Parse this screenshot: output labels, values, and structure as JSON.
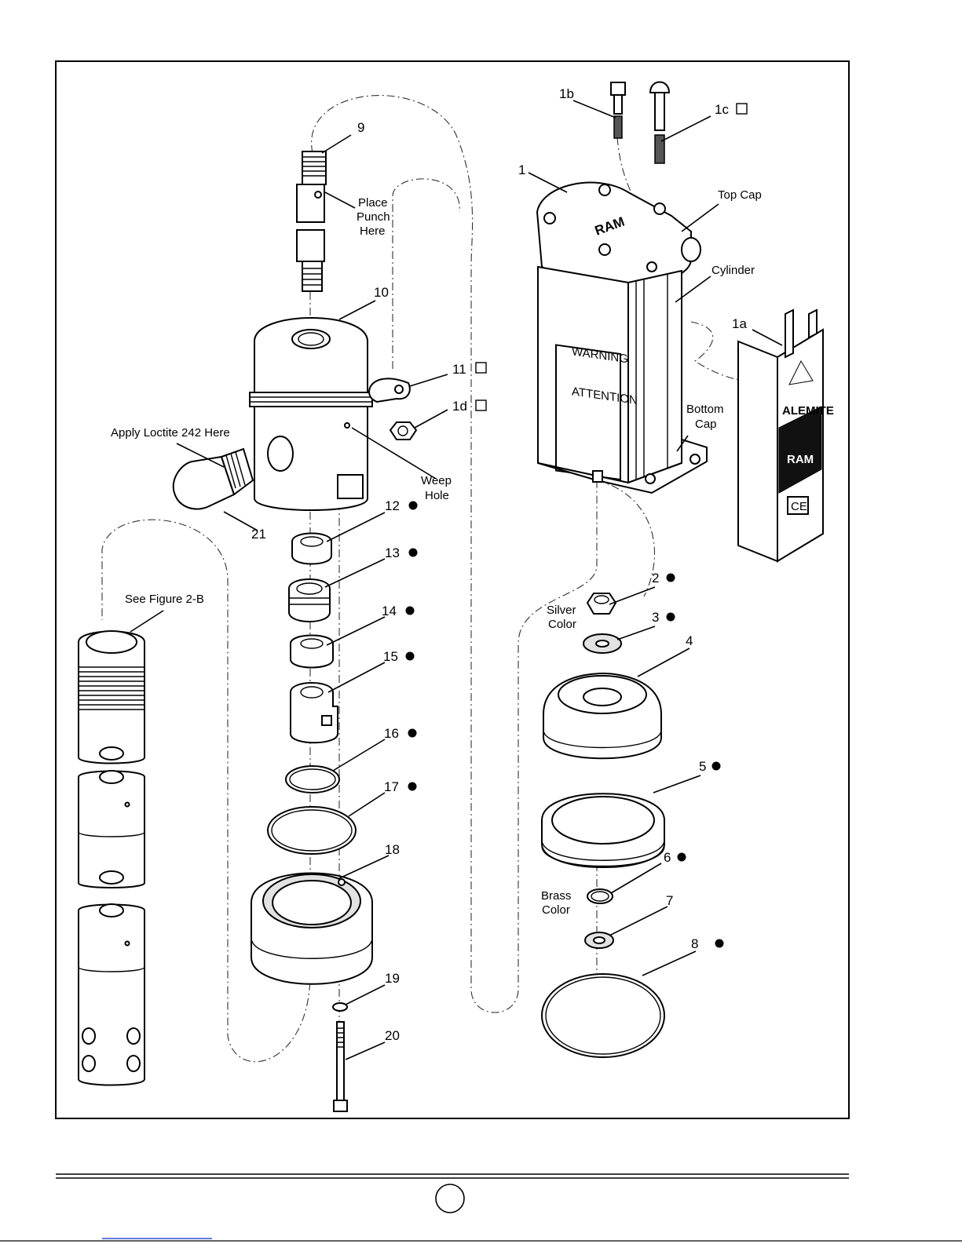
{
  "labels": {
    "l1": "1",
    "l1a": "1a",
    "l1b": "1b",
    "l1c": "1c",
    "l1d": "1d",
    "l2": "2",
    "l3": "3",
    "l4": "4",
    "l5": "5",
    "l6": "6",
    "l7": "7",
    "l8": "8",
    "l9": "9",
    "l10": "10",
    "l11": "11",
    "l12": "12",
    "l13": "13",
    "l14": "14",
    "l15": "15",
    "l16": "16",
    "l17": "17",
    "l18": "18",
    "l19": "19",
    "l20": "20",
    "l21": "21"
  },
  "callouts": {
    "place_punch_1": "Place",
    "place_punch_2": "Punch",
    "place_punch_3": "Here",
    "top_cap": "Top Cap",
    "cylinder": "Cylinder",
    "bottom_cap_1": "Bottom",
    "bottom_cap_2": "Cap",
    "weep_hole_1": "Weep",
    "weep_hole_2": "Hole",
    "loctite": "Apply Loctite 242 Here",
    "see_figure": "See Figure 2-B",
    "silver_1": "Silver",
    "silver_2": "Color",
    "brass_1": "Brass",
    "brass_2": "Color"
  },
  "product_marks": {
    "cap_logo": "RAM",
    "warning_title": "WARNING",
    "attention_title": "ATTENTION",
    "cover_brand": "ALEMITE",
    "cover_logo": "RAM",
    "cover_mark": "CE"
  }
}
